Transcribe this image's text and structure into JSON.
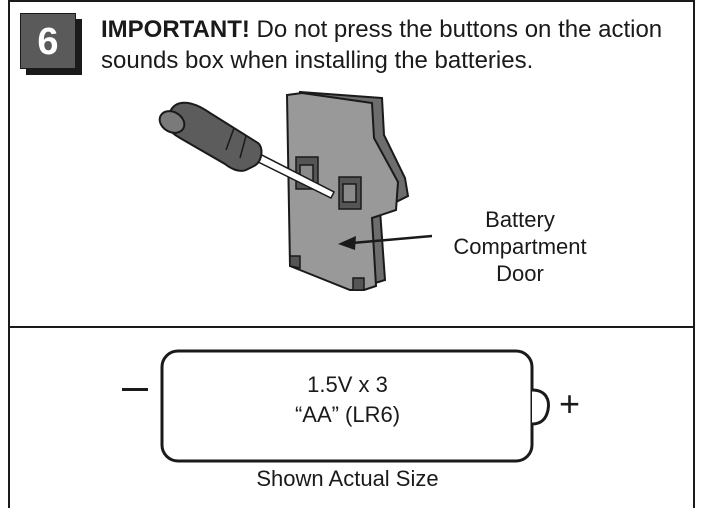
{
  "step": {
    "number": "6"
  },
  "instruction": {
    "important": "IMPORTANT!",
    "text": " Do not press the buttons on the action sounds box when installing the batteries."
  },
  "callout": {
    "line1": "Battery",
    "line2": "Compartment",
    "line3": "Door"
  },
  "battery": {
    "line1": "1.5V x 3",
    "line2": "“AA” (LR6)",
    "minus": "–",
    "plus": "+",
    "caption": "Shown Actual Size"
  }
}
